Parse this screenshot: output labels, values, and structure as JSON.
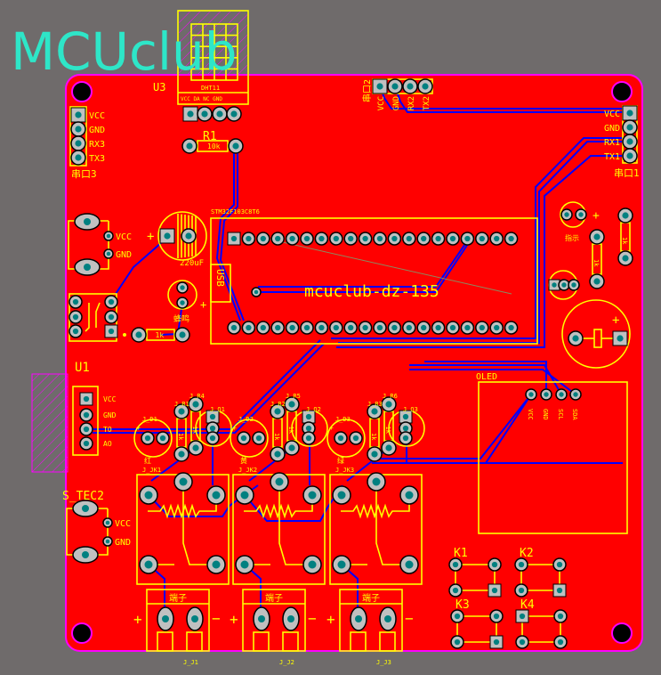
{
  "logo": "MCUclub",
  "colors": {
    "board": "#ff0000",
    "background": "#6f6b6b",
    "silkscreen": "#ffff00",
    "trace": "#0000ff",
    "outline": "#ff00ff",
    "pad": "#c0c0c0",
    "hole": "#008080",
    "logo": "#2ee6c8"
  },
  "u3": {
    "ref": "U3",
    "name": "DHT11",
    "pins": "VCC DA NC GND"
  },
  "r1": {
    "ref": "R1",
    "value": "10k"
  },
  "serial3": {
    "name": "串口3",
    "pins": [
      "VCC",
      "GND",
      "RX3",
      "TX3"
    ]
  },
  "serial2": {
    "name": "串口2",
    "pins": [
      "VCC",
      "GND",
      "RX2",
      "TX2"
    ]
  },
  "serial1": {
    "name": "串口1",
    "pins": [
      "VCC",
      "GND",
      "RX1",
      "TX1"
    ]
  },
  "mcu": {
    "name": "STM32F103C8T6",
    "usb": "USB",
    "title": "mcuclub-dz-135"
  },
  "power": {
    "pins": [
      "VCC",
      "GND"
    ]
  },
  "cap": {
    "value": "220uF",
    "plus": "+"
  },
  "buzzer": {
    "label": "蜂鸣",
    "plus": "+"
  },
  "r_left": {
    "value": "1k"
  },
  "u1": {
    "ref": "U1",
    "pins": [
      "VCC",
      "GND",
      "TO",
      "AO"
    ]
  },
  "s_tec2": {
    "ref": "S_TEC2",
    "pins": [
      "VCC",
      "GND"
    ]
  },
  "channels": [
    {
      "led": "J_D1",
      "r_a": "J_R1",
      "r_b": "J_R4",
      "q": "J_Q1",
      "relay": "J_JK1",
      "terminal": "端子",
      "plus": "+",
      "minus": "−",
      "jref": "J_J1",
      "color": "红",
      "r_val": "1k"
    },
    {
      "led": "J_D2",
      "r_a": "J_R2",
      "r_b": "J_R5",
      "q": "J_Q2",
      "relay": "J_JK2",
      "terminal": "端子",
      "plus": "+",
      "minus": "−",
      "jref": "J_J2",
      "color": "黄",
      "r_val": "1k"
    },
    {
      "led": "J_D3",
      "r_a": "J_R3",
      "r_b": "J_R6",
      "q": "J_Q3",
      "relay": "J_JK3",
      "terminal": "端子",
      "plus": "+",
      "minus": "−",
      "jref": "J_J3",
      "color": "绿",
      "r_val": "1k"
    }
  ],
  "oled": {
    "ref": "OLED",
    "pins": [
      "VCC",
      "GND",
      "SCL",
      "SDA"
    ]
  },
  "keys": [
    "K1",
    "K2",
    "K3",
    "K4"
  ],
  "indicator": {
    "label": "指示",
    "plus": "+"
  },
  "right_resistors": {
    "value": "1k"
  },
  "big_cap": {
    "plus": "+"
  }
}
